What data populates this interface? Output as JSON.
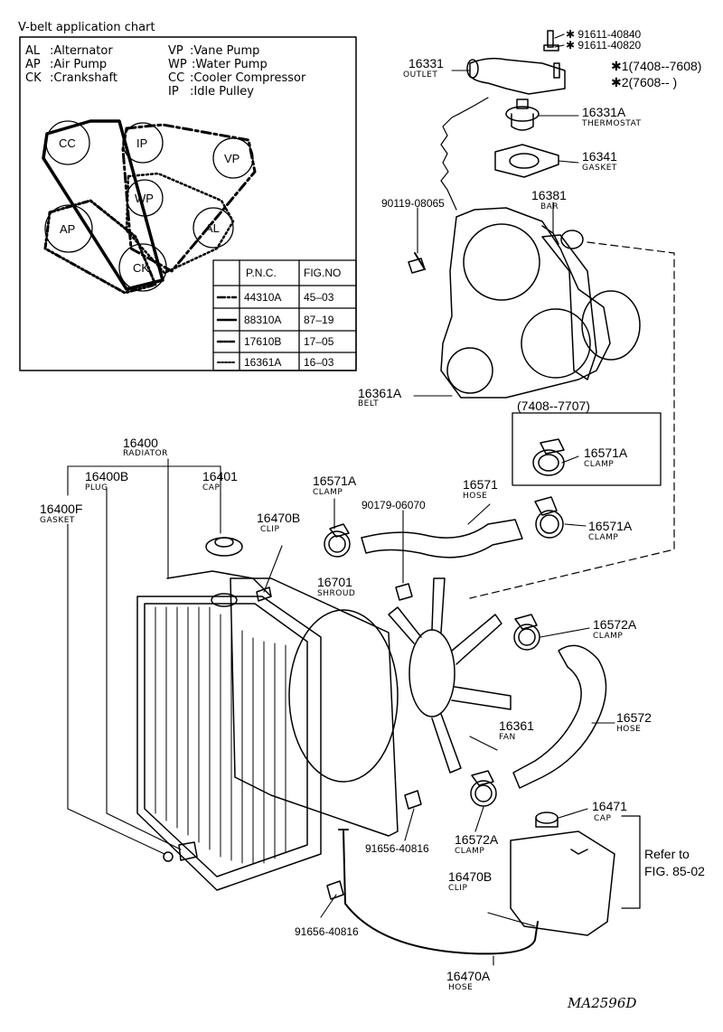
{
  "vbelt_chart": {
    "title": "V-belt application chart",
    "legend": [
      {
        "code": "AL",
        "name": ":Alternator"
      },
      {
        "code": "AP",
        "name": ":Air Pump"
      },
      {
        "code": "CK",
        "name": ":Crankshaft"
      },
      {
        "code": "VP",
        "name": ":Vane Pump"
      },
      {
        "code": "WP",
        "name": ":Water Pump"
      },
      {
        "code": "CC",
        "name": ":Cooler Compressor"
      },
      {
        "code": "IP",
        "name": ":Idle Pulley"
      }
    ],
    "pulleys": [
      "CC",
      "IP",
      "VP",
      "WP",
      "AL",
      "AP",
      "CK"
    ],
    "table": {
      "headers": [
        "P.N.C.",
        "FIG.NO"
      ],
      "rows": [
        {
          "pnc": "44310A",
          "fig": "45–03"
        },
        {
          "pnc": "88310A",
          "fig": "87–19"
        },
        {
          "pnc": "17610B",
          "fig": "17–05"
        },
        {
          "pnc": "16361A",
          "fig": "16–03"
        }
      ]
    }
  },
  "parts": {
    "p1": {
      "num": "✱ 91611-40840"
    },
    "p2": {
      "num": "✱ 91611-40820"
    },
    "p3": {
      "num": "16331",
      "name": "OUTLET"
    },
    "p4": {
      "num": "✱1(7408--7608)"
    },
    "p5": {
      "num": "✱2(7608--    )"
    },
    "p6": {
      "num": "16331A",
      "name": "THERMOSTAT"
    },
    "p7": {
      "num": "16341",
      "name": "GASKET"
    },
    "p8": {
      "num": "16381",
      "name": "BAR"
    },
    "p9": {
      "num": "90119-08065"
    },
    "p10": {
      "num": "16361A",
      "name": "BELT"
    },
    "p11": {
      "num": "(7408--7707)"
    },
    "p12": {
      "num": "16571A",
      "name": "CLAMP"
    },
    "p13": {
      "num": "16400",
      "name": "RADIATOR"
    },
    "p14": {
      "num": "16400B",
      "name": "PLUG"
    },
    "p15": {
      "num": "16401",
      "name": "CAP"
    },
    "p16": {
      "num": "16400F",
      "name": "GASKET"
    },
    "p17": {
      "num": "16571A",
      "name": "CLAMP"
    },
    "p18": {
      "num": "90179-06070"
    },
    "p19": {
      "num": "16571",
      "name": "HOSE"
    },
    "p20": {
      "num": "16571A",
      "name": "CLAMP"
    },
    "p21": {
      "num": "16470B",
      "name": "CLIP"
    },
    "p22": {
      "num": "16701",
      "name": "SHROUD"
    },
    "p23": {
      "num": "16572A",
      "name": "CLAMP"
    },
    "p24": {
      "num": "16572",
      "name": "HOSE"
    },
    "p25": {
      "num": "16361",
      "name": "FAN"
    },
    "p26": {
      "num": "16471",
      "name": "CAP"
    },
    "p27": {
      "num": "16572A",
      "name": "CLAMP"
    },
    "p28": {
      "num": "91656-40816"
    },
    "p29": {
      "num": "16470B",
      "name": "CLIP"
    },
    "p30": {
      "num": "91656-40816"
    },
    "p31": {
      "num": "16470A",
      "name": "HOSE"
    }
  },
  "refer": {
    "line1": "Refer to",
    "line2": "FIG. 85-02"
  },
  "drawing_id": "MA2596D"
}
